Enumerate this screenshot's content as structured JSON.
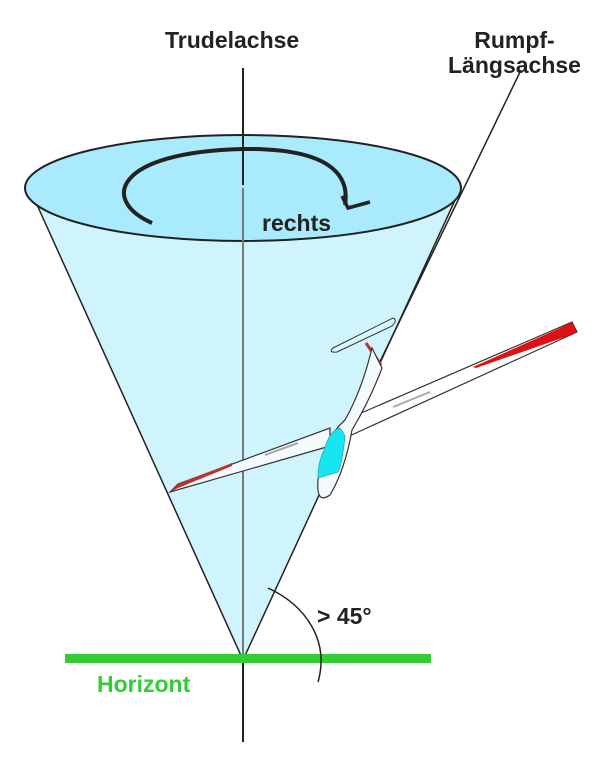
{
  "labels": {
    "spin_axis": "Trudelachse",
    "fuselage_axis": "Rumpf-\nLängsachse",
    "direction": "rechts",
    "angle": "> 45°",
    "horizon": "Horizont"
  },
  "colors": {
    "cone": "#d0f4fd",
    "cone_top": "#a9eafc",
    "horizon": "#33cc33",
    "canopy": "#17e6f2",
    "wingtip": "#dd1111"
  }
}
